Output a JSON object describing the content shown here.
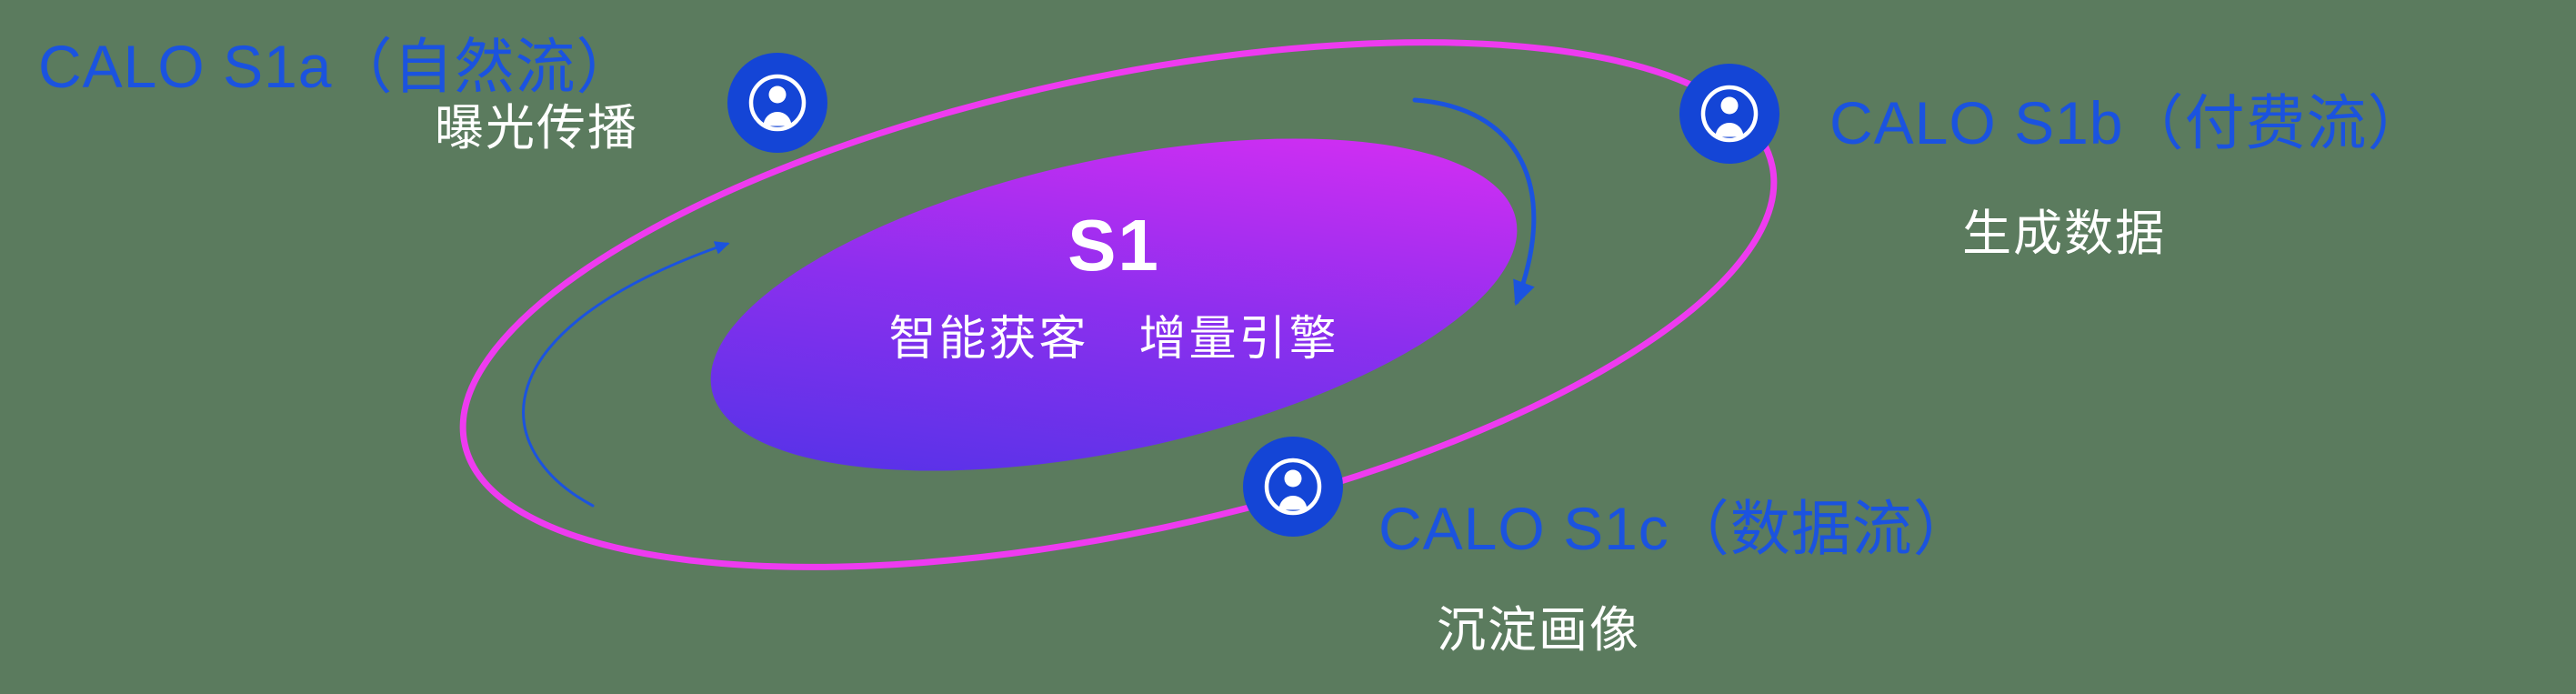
{
  "colors": {
    "background": "#5b7b5e",
    "label_blue": "#1b53df",
    "subtitle_white": "#ffffff",
    "orbit_stroke": "#ee3bf0",
    "core_gradient_start": "#4634e6",
    "core_gradient_mid": "#8c2fee",
    "core_gradient_end": "#e92df4",
    "icon_fill": "#1445d6",
    "icon_glyph": "#ffffff",
    "arrow_blue": "#1b53df"
  },
  "core": {
    "title": "S1",
    "subtitle": "智能获客　增量引擎"
  },
  "nodes": [
    {
      "id": "s1a",
      "label": "CALO S1a（自然流）",
      "sublabel": "曝光传播",
      "icon": "person-badge-icon"
    },
    {
      "id": "s1b",
      "label": "CALO S1b（付费流）",
      "sublabel": "生成数据",
      "icon": "person-badge-icon"
    },
    {
      "id": "s1c",
      "label": "CALO S1c（数据流）",
      "sublabel": "沉淀画像",
      "icon": "person-badge-icon"
    }
  ]
}
